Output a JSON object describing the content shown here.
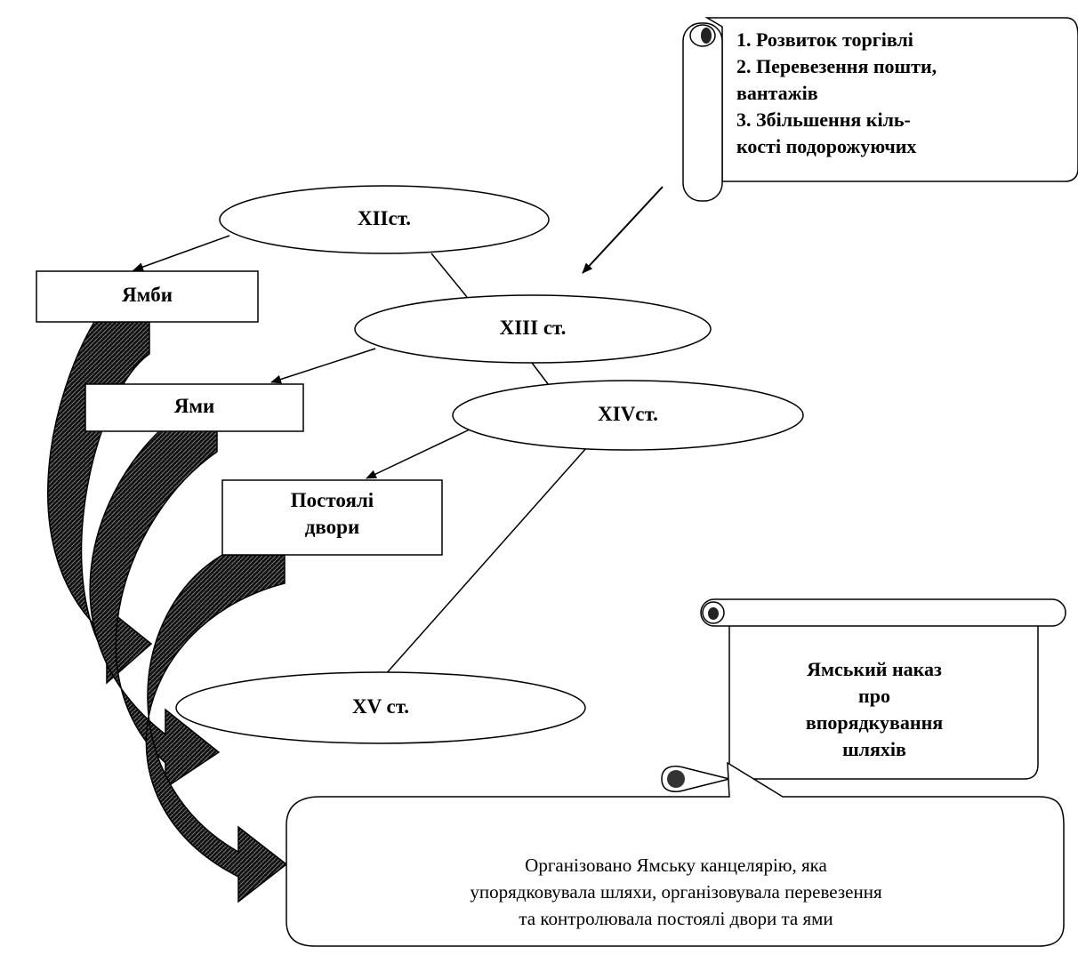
{
  "centuries": {
    "c12": "XIIст.",
    "c13": "XIII ст.",
    "c14": "XIVст.",
    "c15": "XV ст."
  },
  "boxes": {
    "yambi": "Ямби",
    "yamy": "Ями",
    "dvory_line1": "Постоялі",
    "dvory_line2": "двори"
  },
  "scroll_top": {
    "lines": [
      "1. Розвиток торгівлі",
      "2. Перевезення пошти,",
      "вантажів",
      "3. Збільшення кіль-",
      "кості подорожуючих"
    ]
  },
  "scroll_right": {
    "lines": [
      "Ямський наказ",
      "про",
      "впорядкування",
      "шляхів"
    ]
  },
  "bottom_callout": {
    "lines": [
      "Організовано Ямську канцелярію, яка",
      "упорядковувала шляхи, організовувала перевезення",
      "та контролювала постоялі двори та ями"
    ]
  }
}
